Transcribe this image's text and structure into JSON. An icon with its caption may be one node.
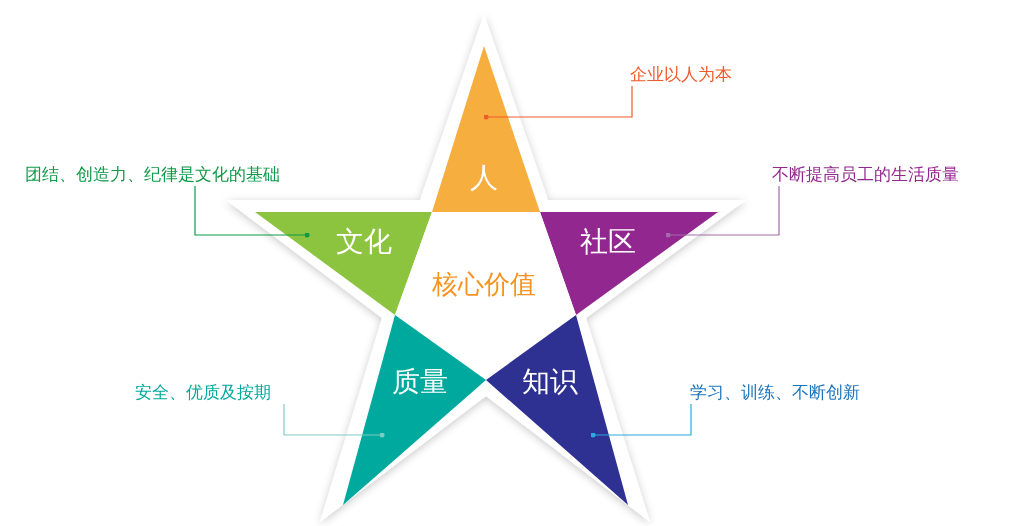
{
  "diagram": {
    "nodes": [
      {
        "text": [
          "企业以人为本"
        ]
      },
      {
        "text": [
          "人"
        ]
      },
      {
        "text": [
          "团结、创造力、纪律是文化的基础"
        ]
      },
      {
        "text": [
          "不断提高员工的生活质量"
        ]
      },
      {
        "text": [
          "文化"
        ]
      },
      {
        "text": [
          "社区"
        ]
      },
      {
        "text": [
          "核心价值"
        ]
      },
      {
        "text": [
          "安全、优质及按期"
        ]
      },
      {
        "text": [
          "质量"
        ]
      },
      {
        "text": [
          "知识"
        ]
      },
      {
        "text": [
          "学习、训练、不断创新"
        ]
      }
    ],
    "edges": [
      {
        "from": 0,
        "to": 1,
        "arrow": "other",
        "color": "#f15a29"
      },
      {
        "from": 2,
        "to": 4,
        "arrow": "other",
        "color": "#0f9a48"
      },
      {
        "from": 3,
        "to": 5,
        "arrow": "other",
        "color": "#a66aa8"
      },
      {
        "from": 7,
        "to": 8,
        "arrow": "other",
        "color": "#7fcbc1"
      },
      {
        "from": 10,
        "to": 9,
        "arrow": "other",
        "color": "#29a9e0"
      }
    ]
  }
}
